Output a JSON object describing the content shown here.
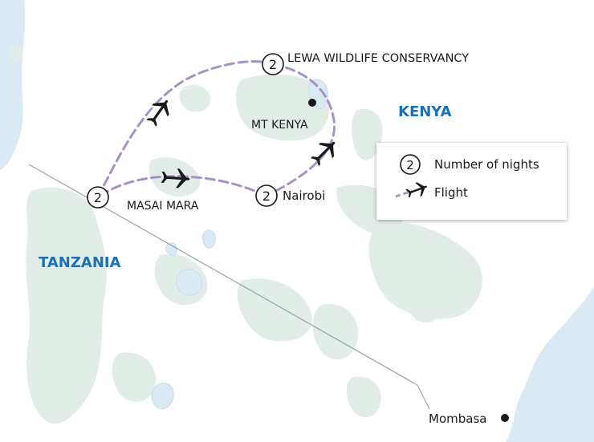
{
  "map": {
    "places": [
      {
        "label": "LEWA WILDLIFE CONSERVANCY",
        "nights": "2"
      },
      {
        "label": "MASAI MARA",
        "nights": "2"
      },
      {
        "label": "Nairobi",
        "nights": "2"
      },
      {
        "label": "MT KENYA"
      },
      {
        "label": "Mombasa"
      }
    ],
    "countries": [
      "KENYA",
      "TANZANIA"
    ]
  },
  "legend": {
    "nights_symbol": "2",
    "nights_label": "Number of nights",
    "flight_label": "Flight"
  },
  "colors": {
    "land_green": "#e2ede8",
    "water_blue": "#daeaf5",
    "route_purple": "#a792c6",
    "country_label": "#1c70b5",
    "border": "#9aa3a5"
  },
  "icons": [
    "plane-icon",
    "nights-circle-icon",
    "city-dot-icon"
  ]
}
